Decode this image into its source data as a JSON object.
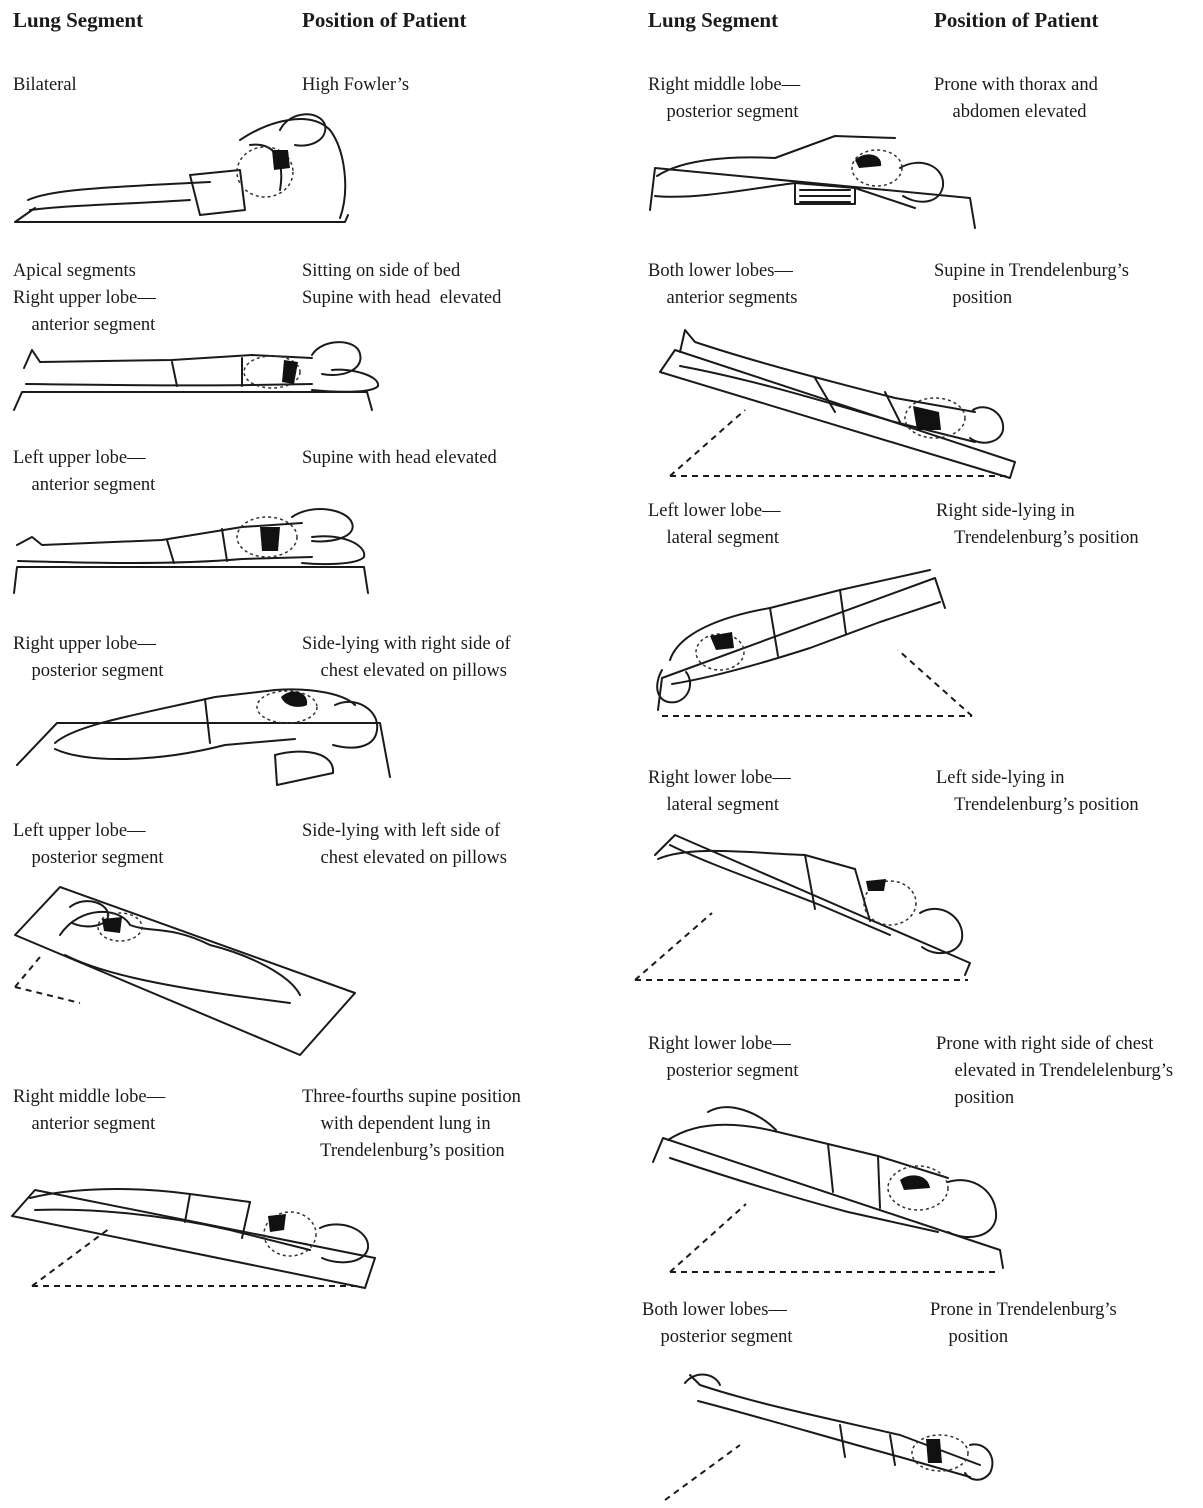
{
  "headers": {
    "left": {
      "segment": "Lung Segment",
      "position": "Position of Patient"
    },
    "right": {
      "segment": "Lung Segment",
      "position": "Position of Patient"
    }
  },
  "left_entries": [
    {
      "segment": "Bilateral",
      "position": "High Fowler’s"
    },
    {
      "segment": "Apical segments\nRight upper lobe—\n    anterior segment",
      "position": "Sitting on side of bed\nSupine with head  elevated"
    },
    {
      "segment": "Left upper lobe—\n    anterior segment",
      "position": "Supine with head elevated"
    },
    {
      "segment": "Right upper lobe—\n    posterior segment",
      "position": "Side-lying with right side of\n    chest elevated on pillows"
    },
    {
      "segment": "Left upper lobe—\n    posterior segment",
      "position": "Side-lying with left side of\n    chest elevated on pillows"
    },
    {
      "segment": "Right middle lobe—\n    anterior segment",
      "position": "Three-fourths supine position\n    with dependent lung in\n    Trendelenburg’s position"
    }
  ],
  "right_entries": [
    {
      "segment": "Right middle lobe—\n    posterior segment",
      "position": "Prone with thorax and\n    abdomen elevated"
    },
    {
      "segment": "Both lower lobes—\n    anterior segments",
      "position": "Supine in Trendelenburg’s\n    position"
    },
    {
      "segment": "Left lower lobe—\n    lateral segment",
      "position": "Right side-lying in\n    Trendelenburg’s position"
    },
    {
      "segment": "Right lower lobe—\n    lateral segment",
      "position": "Left side-lying in\n    Trendelenburg’s position"
    },
    {
      "segment": "Right lower lobe—\n    posterior segment",
      "position": "Prone with right side of chest\n    elevated in Trendelelenburg’s\n    position"
    },
    {
      "segment": "Both lower lobes—\n    posterior segment",
      "position": "Prone in Trendelenburg’s\n    position"
    }
  ]
}
